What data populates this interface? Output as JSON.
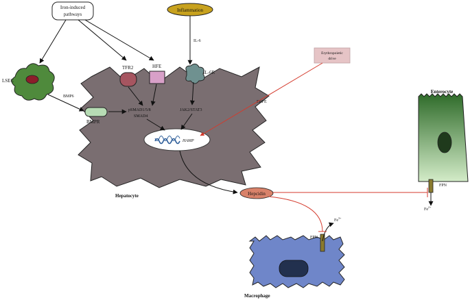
{
  "nodes": {
    "iron_pathways": {
      "line1": "Iron-induced",
      "line2": "pathways"
    },
    "inflammation": "Inflammation",
    "il6": "IL-6",
    "erythropoietic": {
      "line1": "Erythropoietic",
      "line2": "drive"
    },
    "erfe": "ERFE",
    "lsec": "LSEC",
    "bmp6": "BMP6",
    "tfr2": "TFR2",
    "hfe": "HFE",
    "il6r": "IL-6R",
    "bmpr": "BMPR",
    "psmad": {
      "line1": "pSMAD1/5/8",
      "line2": "SMAD4"
    },
    "jakstat": "JAK2/STAT3",
    "hamp": "HAMP",
    "hepatocyte": "Hepatocyte",
    "hepcidin": "Hepcidin",
    "enterocyte": "Enterocyte",
    "fpn_enterocyte": "FPN",
    "fe2": {
      "base": "Fe",
      "sup": "2+"
    },
    "fpn_macrophage": "FPN",
    "fe3": {
      "base": "Fe",
      "sup": "3+"
    },
    "macrophage": "Macrophage"
  },
  "colors": {
    "hepatocyte_fill": "#7a6e71",
    "lsec_fill": "#4f8a3c",
    "lsec_nucleus": "#8b1e2a",
    "tfr2_fill": "#a65560",
    "hfe_fill": "#d8a0c8",
    "il6r_fill": "#6f9190",
    "bmpr_fill": "#b7dcb4",
    "inflammation_fill": "#c8a21e",
    "erythro_fill": "#e6c4c6",
    "hepcidin_fill": "#d9826a",
    "enterocyte_top": "#2f6b2a",
    "enterocyte_bottom": "#d3ebc8",
    "macrophage_fill": "#6f86c9",
    "macrophage_nucleus": "#22304e",
    "fpn_fill": "#8a7a2e",
    "inhibit_line": "#d43a2c",
    "dna_color": "#2f5f9a"
  }
}
